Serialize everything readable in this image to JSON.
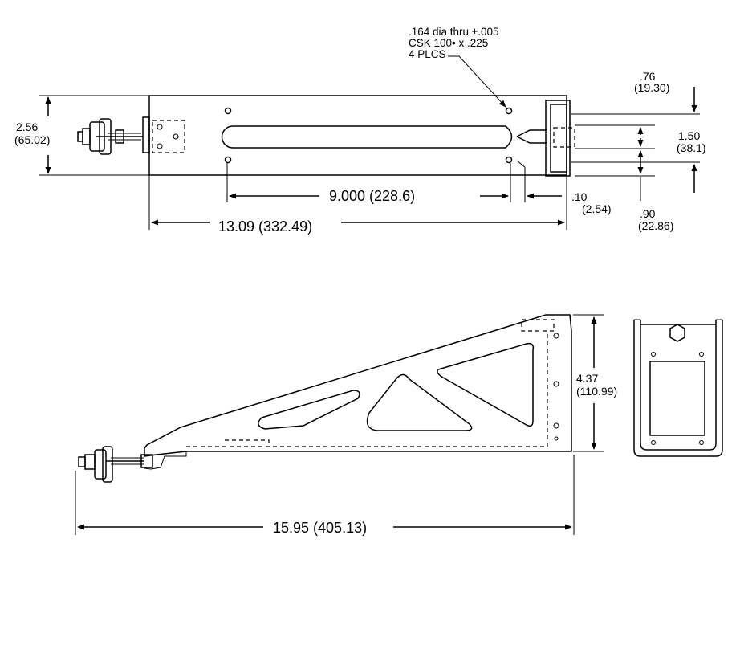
{
  "top_view": {
    "hole_note": [
      ".164 dia thru ±.005",
      "CSK 100• x .225",
      "4 PLCS"
    ],
    "height_in": "2.56",
    "height_mm": "(65.02)",
    "slot_len": "9.000  (228.6)",
    "overall_len": "13.09  (332.49)",
    "edge_in": ".10",
    "edge_mm": "(2.54)",
    "top_off_in": ".76",
    "top_off_mm": "(19.30)",
    "mid_in": "1.50",
    "mid_mm": "(38.1)",
    "bot_in": ".90",
    "bot_mm": "(22.86)"
  },
  "side_view": {
    "overall_len": "15.95  (405.13)",
    "height_in": "4.37",
    "height_mm": "(110.99)"
  }
}
